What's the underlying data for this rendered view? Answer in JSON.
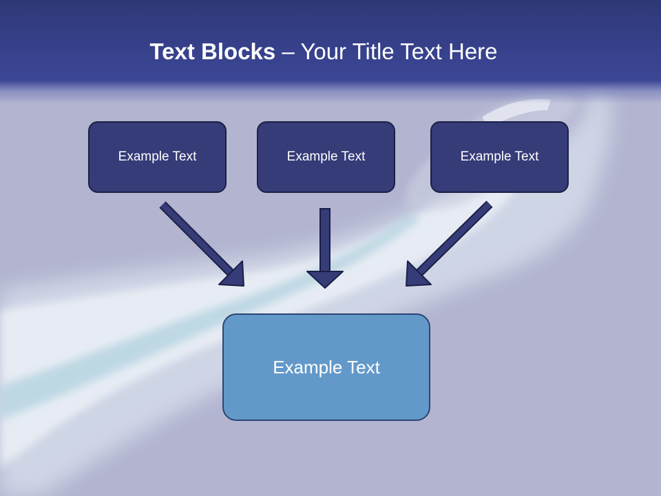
{
  "title": {
    "bold": "Text Blocks",
    "dash": " – ",
    "rest": "Your Title Text Here"
  },
  "blocks": [
    {
      "label": "Example Text"
    },
    {
      "label": "Example Text"
    },
    {
      "label": "Example Text"
    }
  ],
  "main_block": {
    "label": "Example Text"
  },
  "colors": {
    "title_bar": "#36408a",
    "small_box": "#363c78",
    "main_box": "#6399c9",
    "arrow": "#363c78",
    "background": "#b4b6d2"
  },
  "icons": [
    "arrow-down-right-icon",
    "arrow-down-icon",
    "arrow-down-left-icon"
  ]
}
